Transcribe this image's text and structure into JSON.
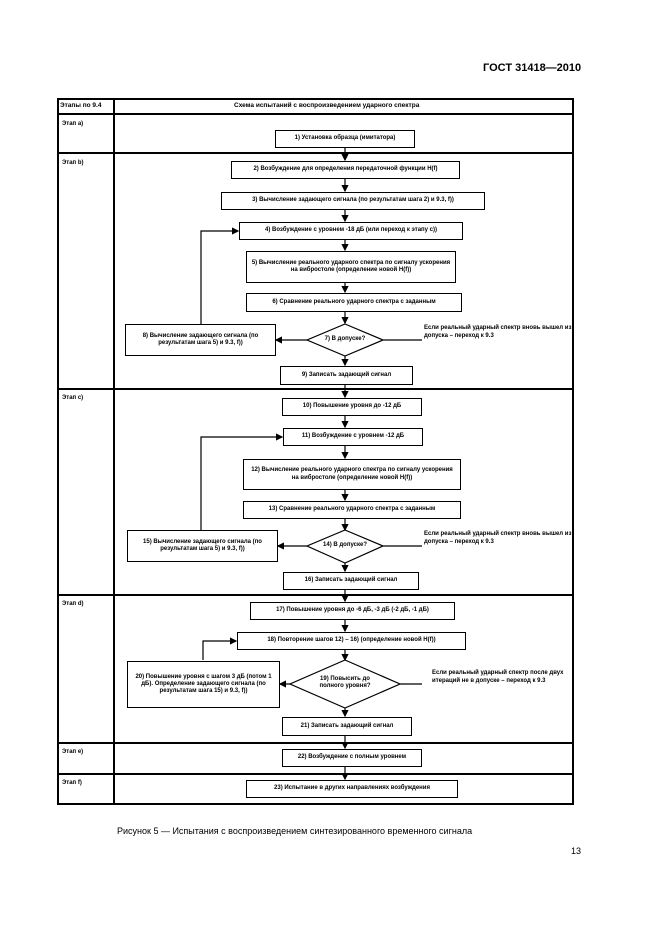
{
  "document": {
    "header": "ГОСТ 31418—2010",
    "caption": "Рисунок 5 — Испытания с воспроизведением синтезированного временного сигнала",
    "page_number": "13"
  },
  "table": {
    "col1_header": "Этапы по 9.4",
    "col2_header": "Схема испытаний с воспроизведением ударного спектра"
  },
  "stages": [
    "Этап а)",
    "Этап b)",
    "Этап с)",
    "Этап d)",
    "Этап е)",
    "Этап f)"
  ],
  "steps": {
    "s1": "1) Установка образца (имитатора)",
    "s2": "2) Возбуждение для определения передаточной функции H(f)",
    "s3": "3) Вычисление задающего сигнала (по результатам шага 2) и 9.3, f))",
    "s4": "4) Возбуждение с уровнем -18 дБ (или переход к этапу с))",
    "s5": "5) Вычисление реального ударного спектра по сигналу ускорения на вибростоле (определение новой H(f))",
    "s6": "6) Сравнение реального ударного спектра с заданным",
    "s7": "7) В допуске?",
    "s8": "8) Вычисление задающего сигнала (по результатам шага 5) и 9.3, f))",
    "s9": "9) Записать задающий сигнал",
    "s10": "10) Повышение уровня до -12 дБ",
    "s11": "11) Возбуждение с уровнем -12 дБ",
    "s12": "12) Вычисление реального ударного спектра по сигналу ускорения на вибростоле (определение новой H(f))",
    "s13": "13) Сравнение реального ударного спектра с заданным",
    "s14": "14) В допуске?",
    "s15": "15) Вычисление задающего сигнала (по результатам шага 5) и 9.3, f))",
    "s16": "16) Записать задающий сигнал",
    "s17": "17) Повышение уровня до -6 дБ, -3 дБ (-2 дБ, -1 дБ)",
    "s18": "18) Повторение шагов 12) – 16) (определение новой H(f))",
    "s19": "19) Повысить до полного уровня?",
    "s20": "20) Повышение уровня с шагом 3 дБ (потом 1 дБ). Определение задающего сигнала (по результатам шага 15) и 9.3, f))",
    "s21": "21) Записать задающий сигнал",
    "s22": "22) Возбуждение с полным уровнем",
    "s23": "23) Испытание в других направлениях возбуждения"
  },
  "notes": {
    "n7": "Если реальный ударный спектр вновь вышел из допуска – переход к 9.3",
    "n14": "Если реальный ударный спектр вновь вышел из допуска – переход к 9.3",
    "n19": "Если реальный ударный спектр после двух итераций не в допуске – переход к 9.3"
  }
}
